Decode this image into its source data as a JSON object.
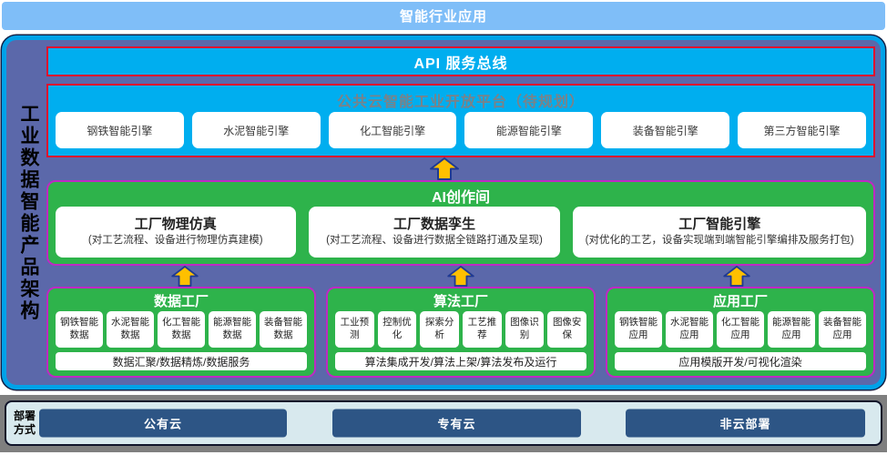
{
  "banner": {
    "title": "智能行业应用"
  },
  "architecture": {
    "side_title": "工业数据智能产品架构",
    "api_bus": {
      "label": "API 服务总线"
    },
    "public_cloud": {
      "title": "公共云智能工业开放平台（待规划）",
      "engines": [
        "钢铁智能引擎",
        "水泥智能引擎",
        "化工智能引擎",
        "能源智能引擎",
        "装备智能引擎",
        "第三方智能引擎"
      ]
    },
    "ai_studio": {
      "title": "AI创作间",
      "modules": [
        {
          "title": "工厂物理仿真",
          "subtitle": "(对工艺流程、设备进行物理仿真建模)"
        },
        {
          "title": "工厂数据孪生",
          "subtitle": "(对工艺流程、设备进行数据全链路打通及呈现)"
        },
        {
          "title": "工厂智能引擎",
          "subtitle": "(对优化的工艺，设备实现端到端智能引擎编排及服务打包)"
        }
      ]
    },
    "factories": [
      {
        "title": "数据工厂",
        "items": [
          "钢铁智能数据",
          "水泥智能数据",
          "化工智能数据",
          "能源智能数据",
          "装备智能数据"
        ],
        "footer": "数据汇聚/数据精炼/数据服务"
      },
      {
        "title": "算法工厂",
        "items": [
          "工业预测",
          "控制优化",
          "探索分析",
          "工艺推荐",
          "图像识别",
          "图像安保"
        ],
        "footer": "算法集成开发/算法上架/算法发布及运行"
      },
      {
        "title": "应用工厂",
        "items": [
          "钢铁智能应用",
          "水泥智能应用",
          "化工智能应用",
          "能源智能应用",
          "装备智能应用"
        ],
        "footer": "应用模版开发/可视化渲染"
      }
    ]
  },
  "deployment": {
    "label": "部署方式",
    "options": [
      "公有云",
      "专有云",
      "非云部署"
    ]
  },
  "colors": {
    "banner_bg": "#7FBEF8",
    "container_bg": "#5B68AA",
    "container_border": "#00A2E8",
    "cyan_section_bg": "#00AEEF",
    "red_border": "#E1112E",
    "green_section_bg": "#2EB34B",
    "magenta_border": "#BE29C4",
    "arrow_fill": "#FFC000",
    "arrow_stroke": "#1F3A93",
    "deploy_band_bg": "#7F7F7F",
    "deploy_inner_bg": "#D8E9EE",
    "deploy_box_bg": "#2D5585"
  }
}
